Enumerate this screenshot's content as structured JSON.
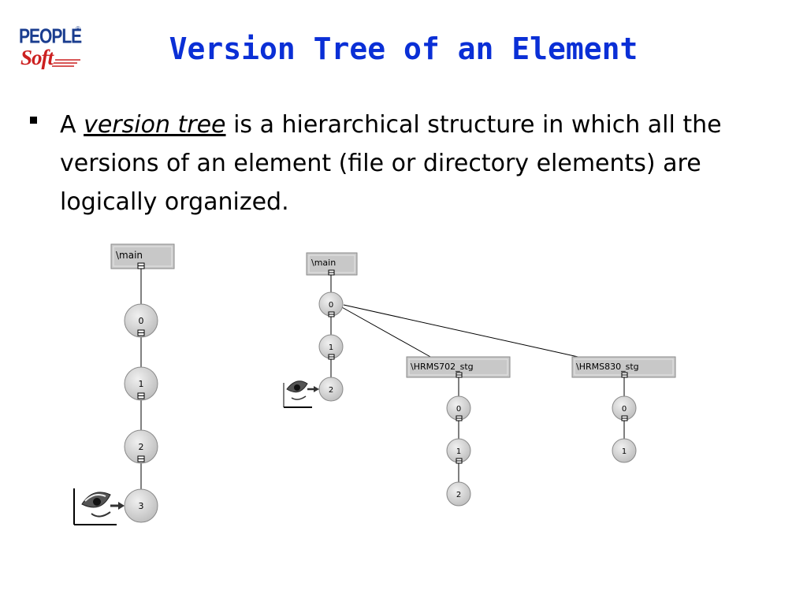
{
  "logo": {
    "word1": "PEOPLE",
    "word2": "Soft",
    "registered": "®",
    "colors": {
      "blue": "#1a3d8f",
      "red": "#cc2020"
    }
  },
  "title": "Version Tree of an Element",
  "bullet": {
    "prefix": "A",
    "term": "version tree",
    "text": "is a hierarchical structure in which all the versions of an element (file or directory elements) are logically organized."
  },
  "diagram_left": {
    "branch": "\\main",
    "versions": [
      "0",
      "1",
      "2",
      "3"
    ]
  },
  "diagram_right": {
    "root_branch": "\\main",
    "root_versions": [
      "0",
      "1",
      "2"
    ],
    "sub_branches": [
      {
        "name": "\\HRMS702_stg",
        "versions": [
          "0",
          "1",
          "2"
        ]
      },
      {
        "name": "\\HRMS830_stg",
        "versions": [
          "0",
          "1"
        ]
      }
    ]
  },
  "colors": {
    "title": "#0a2fd6",
    "node_fill": "#d0d0d0",
    "node_stroke": "#8a8a8a"
  }
}
